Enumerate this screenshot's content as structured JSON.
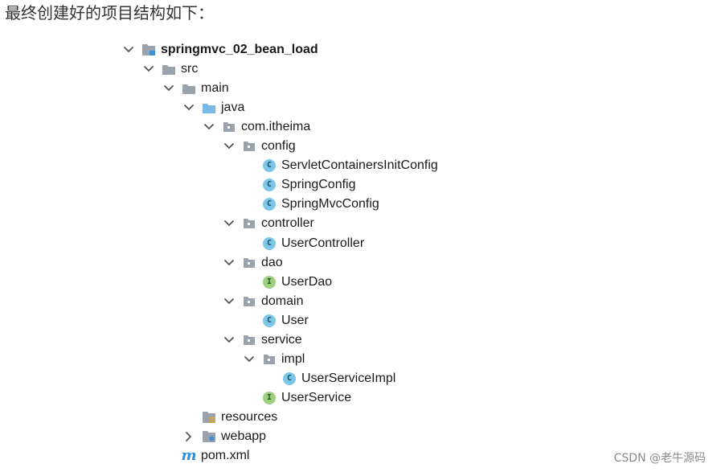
{
  "heading": "最终创建好的项目结构如下：",
  "watermark": "CSDN @老牛源码",
  "tree": [
    {
      "label": "springmvc_02_bean_load",
      "depth": 0,
      "arrow": "down",
      "icon": "module-folder-icon",
      "bold": true
    },
    {
      "label": "src",
      "depth": 1,
      "arrow": "down",
      "icon": "folder-icon"
    },
    {
      "label": "main",
      "depth": 2,
      "arrow": "down",
      "icon": "folder-icon"
    },
    {
      "label": "java",
      "depth": 3,
      "arrow": "down",
      "icon": "source-root-folder-icon"
    },
    {
      "label": "com.itheima",
      "depth": 4,
      "arrow": "down",
      "icon": "package-icon"
    },
    {
      "label": "config",
      "depth": 5,
      "arrow": "down",
      "icon": "package-icon"
    },
    {
      "label": "ServletContainersInitConfig",
      "depth": 6,
      "arrow": "none",
      "icon": "class-icon"
    },
    {
      "label": "SpringConfig",
      "depth": 6,
      "arrow": "none",
      "icon": "class-icon"
    },
    {
      "label": "SpringMvcConfig",
      "depth": 6,
      "arrow": "none",
      "icon": "class-icon"
    },
    {
      "label": "controller",
      "depth": 5,
      "arrow": "down",
      "icon": "package-icon"
    },
    {
      "label": "UserController",
      "depth": 6,
      "arrow": "none",
      "icon": "class-icon"
    },
    {
      "label": "dao",
      "depth": 5,
      "arrow": "down",
      "icon": "package-icon"
    },
    {
      "label": "UserDao",
      "depth": 6,
      "arrow": "none",
      "icon": "interface-icon"
    },
    {
      "label": "domain",
      "depth": 5,
      "arrow": "down",
      "icon": "package-icon"
    },
    {
      "label": "User",
      "depth": 6,
      "arrow": "none",
      "icon": "class-icon"
    },
    {
      "label": "service",
      "depth": 5,
      "arrow": "down",
      "icon": "package-icon"
    },
    {
      "label": "impl",
      "depth": 6,
      "arrow": "down",
      "icon": "package-icon"
    },
    {
      "label": "UserServiceImpl",
      "depth": 7,
      "arrow": "none",
      "icon": "class-icon"
    },
    {
      "label": "UserService",
      "depth": 6,
      "arrow": "none",
      "icon": "interface-icon"
    },
    {
      "label": "resources",
      "depth": 3,
      "arrow": "none",
      "icon": "resources-folder-icon"
    },
    {
      "label": "webapp",
      "depth": 3,
      "arrow": "right",
      "icon": "web-folder-icon"
    },
    {
      "label": "pom.xml",
      "depth": 2,
      "arrow": "none",
      "icon": "maven-icon"
    }
  ],
  "colors": {
    "folder": "#9aa3ad",
    "source_root": "#78b9e6",
    "class_badge": "#7cc7e8",
    "interface_badge": "#9bcf7e",
    "maven": "#2f8fd8"
  }
}
